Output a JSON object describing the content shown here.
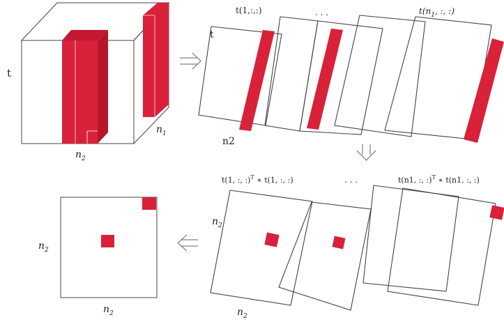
{
  "colors": {
    "accent": "#d9213a",
    "line": "#444444",
    "text": "#222222"
  },
  "cube": {
    "label_t": "t",
    "label_n1": "n",
    "label_n1_sub": "1",
    "label_n2": "n",
    "label_n2_sub": "2"
  },
  "slices": {
    "label_first": "t(1,:,:)",
    "ellipsis": ". . .",
    "label_last_prefix": "t(n",
    "label_last_sub": "1",
    "label_last_suffix": ", :, :)",
    "label_t": "t",
    "label_n2": "n2"
  },
  "products": {
    "label_first": "t(1, :, :)",
    "label_first_sup": "T",
    "label_first_tail": " ∗ t(1, :, :)",
    "ellipsis": ". . .",
    "label_last": "t(n1, :, :)",
    "label_last_sup": "T",
    "label_last_tail": " ∗ t(n1, :, :)",
    "label_left_n": "n",
    "label_left_sub": "2",
    "label_bottom_n": "n",
    "label_bottom_sub": "2"
  },
  "result": {
    "label_left_n": "n",
    "label_left_sub": "2",
    "label_bottom_n": "n",
    "label_bottom_sub": "2"
  }
}
